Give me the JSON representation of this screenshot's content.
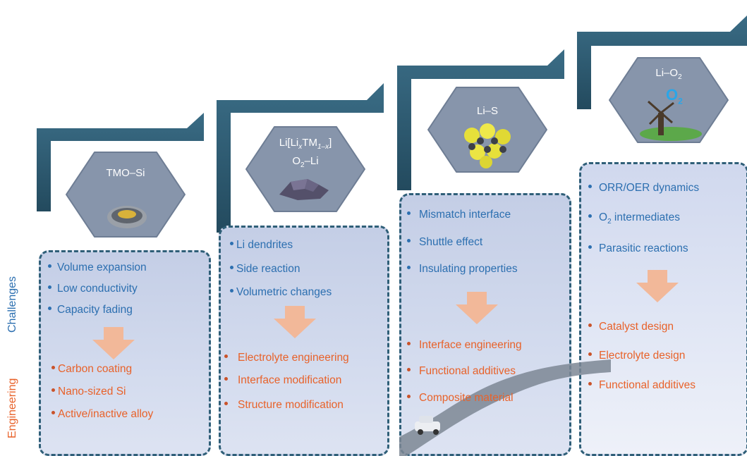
{
  "side_labels": {
    "challenges": "Challenges",
    "engineering": "Engineering"
  },
  "colors": {
    "challenge_text": "#2c6fb0",
    "engineering_text": "#e8622a",
    "stair": "#2d5b72",
    "panel_border": "#2f5f78",
    "hexagon": "#8795ab"
  },
  "stages": [
    {
      "label": "TMO–Si",
      "icon": "silicon-particle-icon",
      "challenges": [
        "Volume expansion",
        "Low conductivity",
        "Capacity fading"
      ],
      "engineering": [
        "Carbon coating",
        "Nano-sized Si",
        "Active/inactive alloy"
      ]
    },
    {
      "label_parts": {
        "a": "Li[Li",
        "b": "x",
        "c": "TM",
        "d": "1–x",
        "e": "]",
        "f": "O",
        "g": "2",
        "h": "–Li"
      },
      "icon": "crystal-rock-icon",
      "challenges": [
        "Li dendrites",
        "Side reaction",
        "Volumetric changes"
      ],
      "engineering": [
        "Electrolyte engineering",
        "Interface modification",
        "Structure modification"
      ]
    },
    {
      "label": "Li–S",
      "icon": "sulfur-molecule-icon",
      "challenges": [
        "Mismatch interface",
        "Shuttle effect",
        "Insulating properties"
      ],
      "engineering": [
        "Interface engineering",
        "Functional additives",
        "Composite material"
      ]
    },
    {
      "label_parts": {
        "a": "Li–O",
        "b": "2"
      },
      "icon": "windmill-oxygen-icon",
      "icon_text_parts": {
        "a": "O",
        "b": "2"
      },
      "challenges_a": "ORR/OER dynamics",
      "challenges_b_parts": {
        "a": "O",
        "b": "2",
        "c": " intermediates"
      },
      "challenges_c": "Parasitic reactions",
      "engineering": [
        "Catalyst design",
        "Electrolyte design",
        "Functional additives"
      ]
    }
  ]
}
